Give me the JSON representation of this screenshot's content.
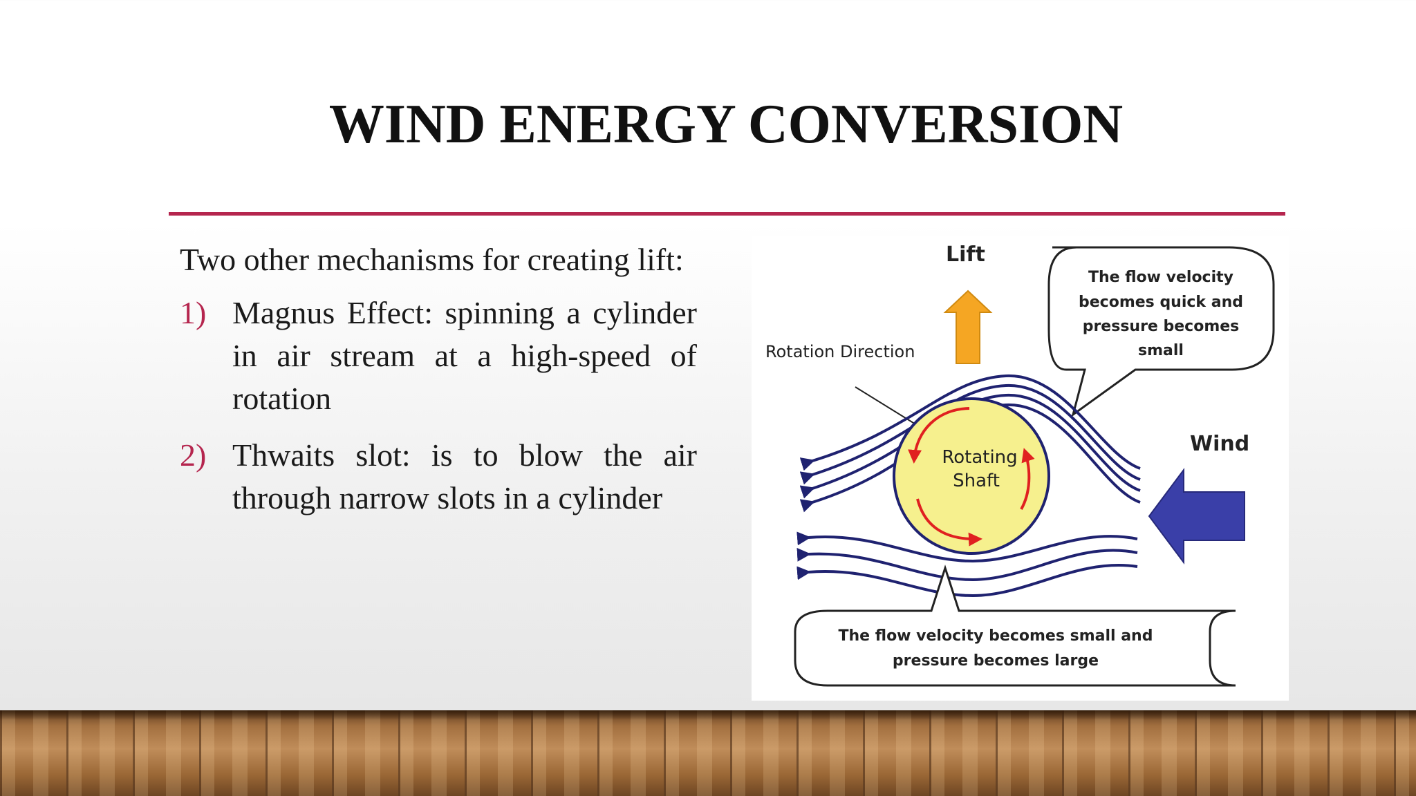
{
  "slide": {
    "title": "WIND ENERGY CONVERSION",
    "accent_color": "#b5254e",
    "intro": "Two other mechanisms for creating lift:",
    "items": [
      {
        "number": "1)",
        "text": "Magnus Effect: spinning a cylinder in air stream at a high-speed of rotation"
      },
      {
        "number": "2)",
        "text": "Thwaits slot: is to blow the air through narrow slots in a cylinder"
      }
    ]
  },
  "diagram": {
    "lift_label": "Lift",
    "rotation_label": "Rotation Direction",
    "wind_label": "Wind",
    "shaft_label_line1": "Rotating",
    "shaft_label_line2": "Shaft",
    "top_bubble_lines": [
      "The flow velocity",
      "becomes quick and",
      "pressure becomes",
      "small"
    ],
    "bottom_bubble_lines": [
      "The flow velocity becomes small and",
      "pressure becomes large"
    ],
    "colors": {
      "lift_arrow": "#f5a623",
      "wind_arrow": "#3a3fa8",
      "streamlines": "#1f2270",
      "shaft_fill": "#f6f08e",
      "rotation_arrows": "#e02020"
    }
  }
}
